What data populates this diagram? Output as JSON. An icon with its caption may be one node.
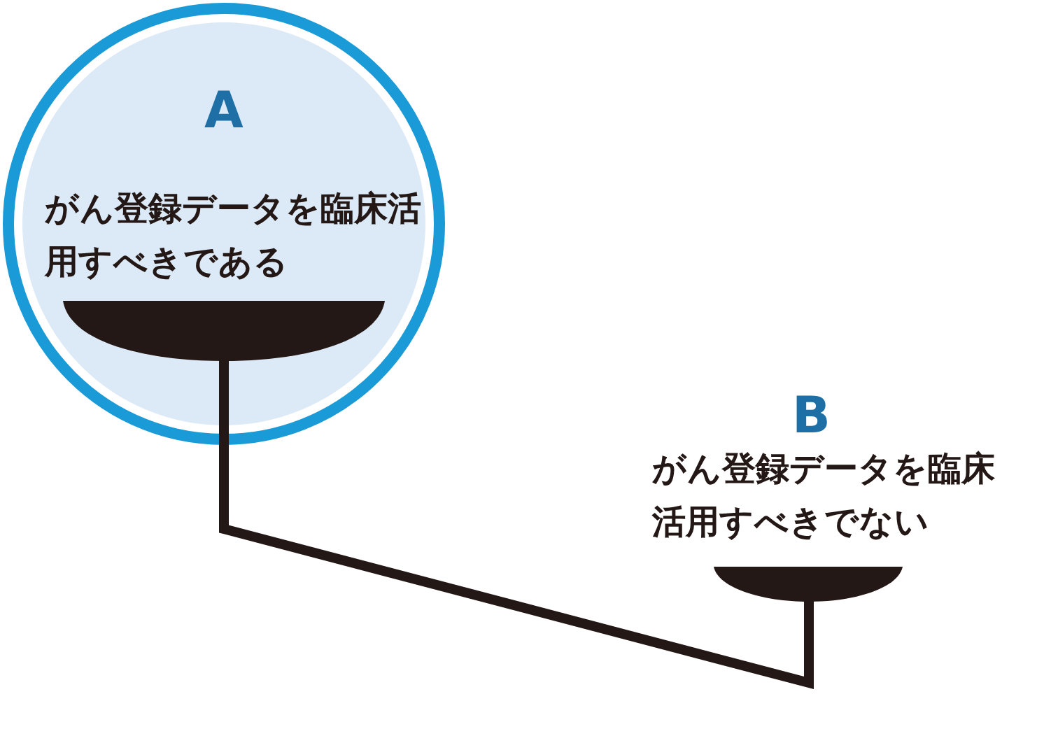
{
  "diagram": {
    "nodes": [
      {
        "text": [
          "A",
          "がん登録データを臨床活用すべきである"
        ]
      },
      {
        "text": [
          "B",
          "がん登録データを臨床活用すべきでない"
        ]
      }
    ]
  }
}
